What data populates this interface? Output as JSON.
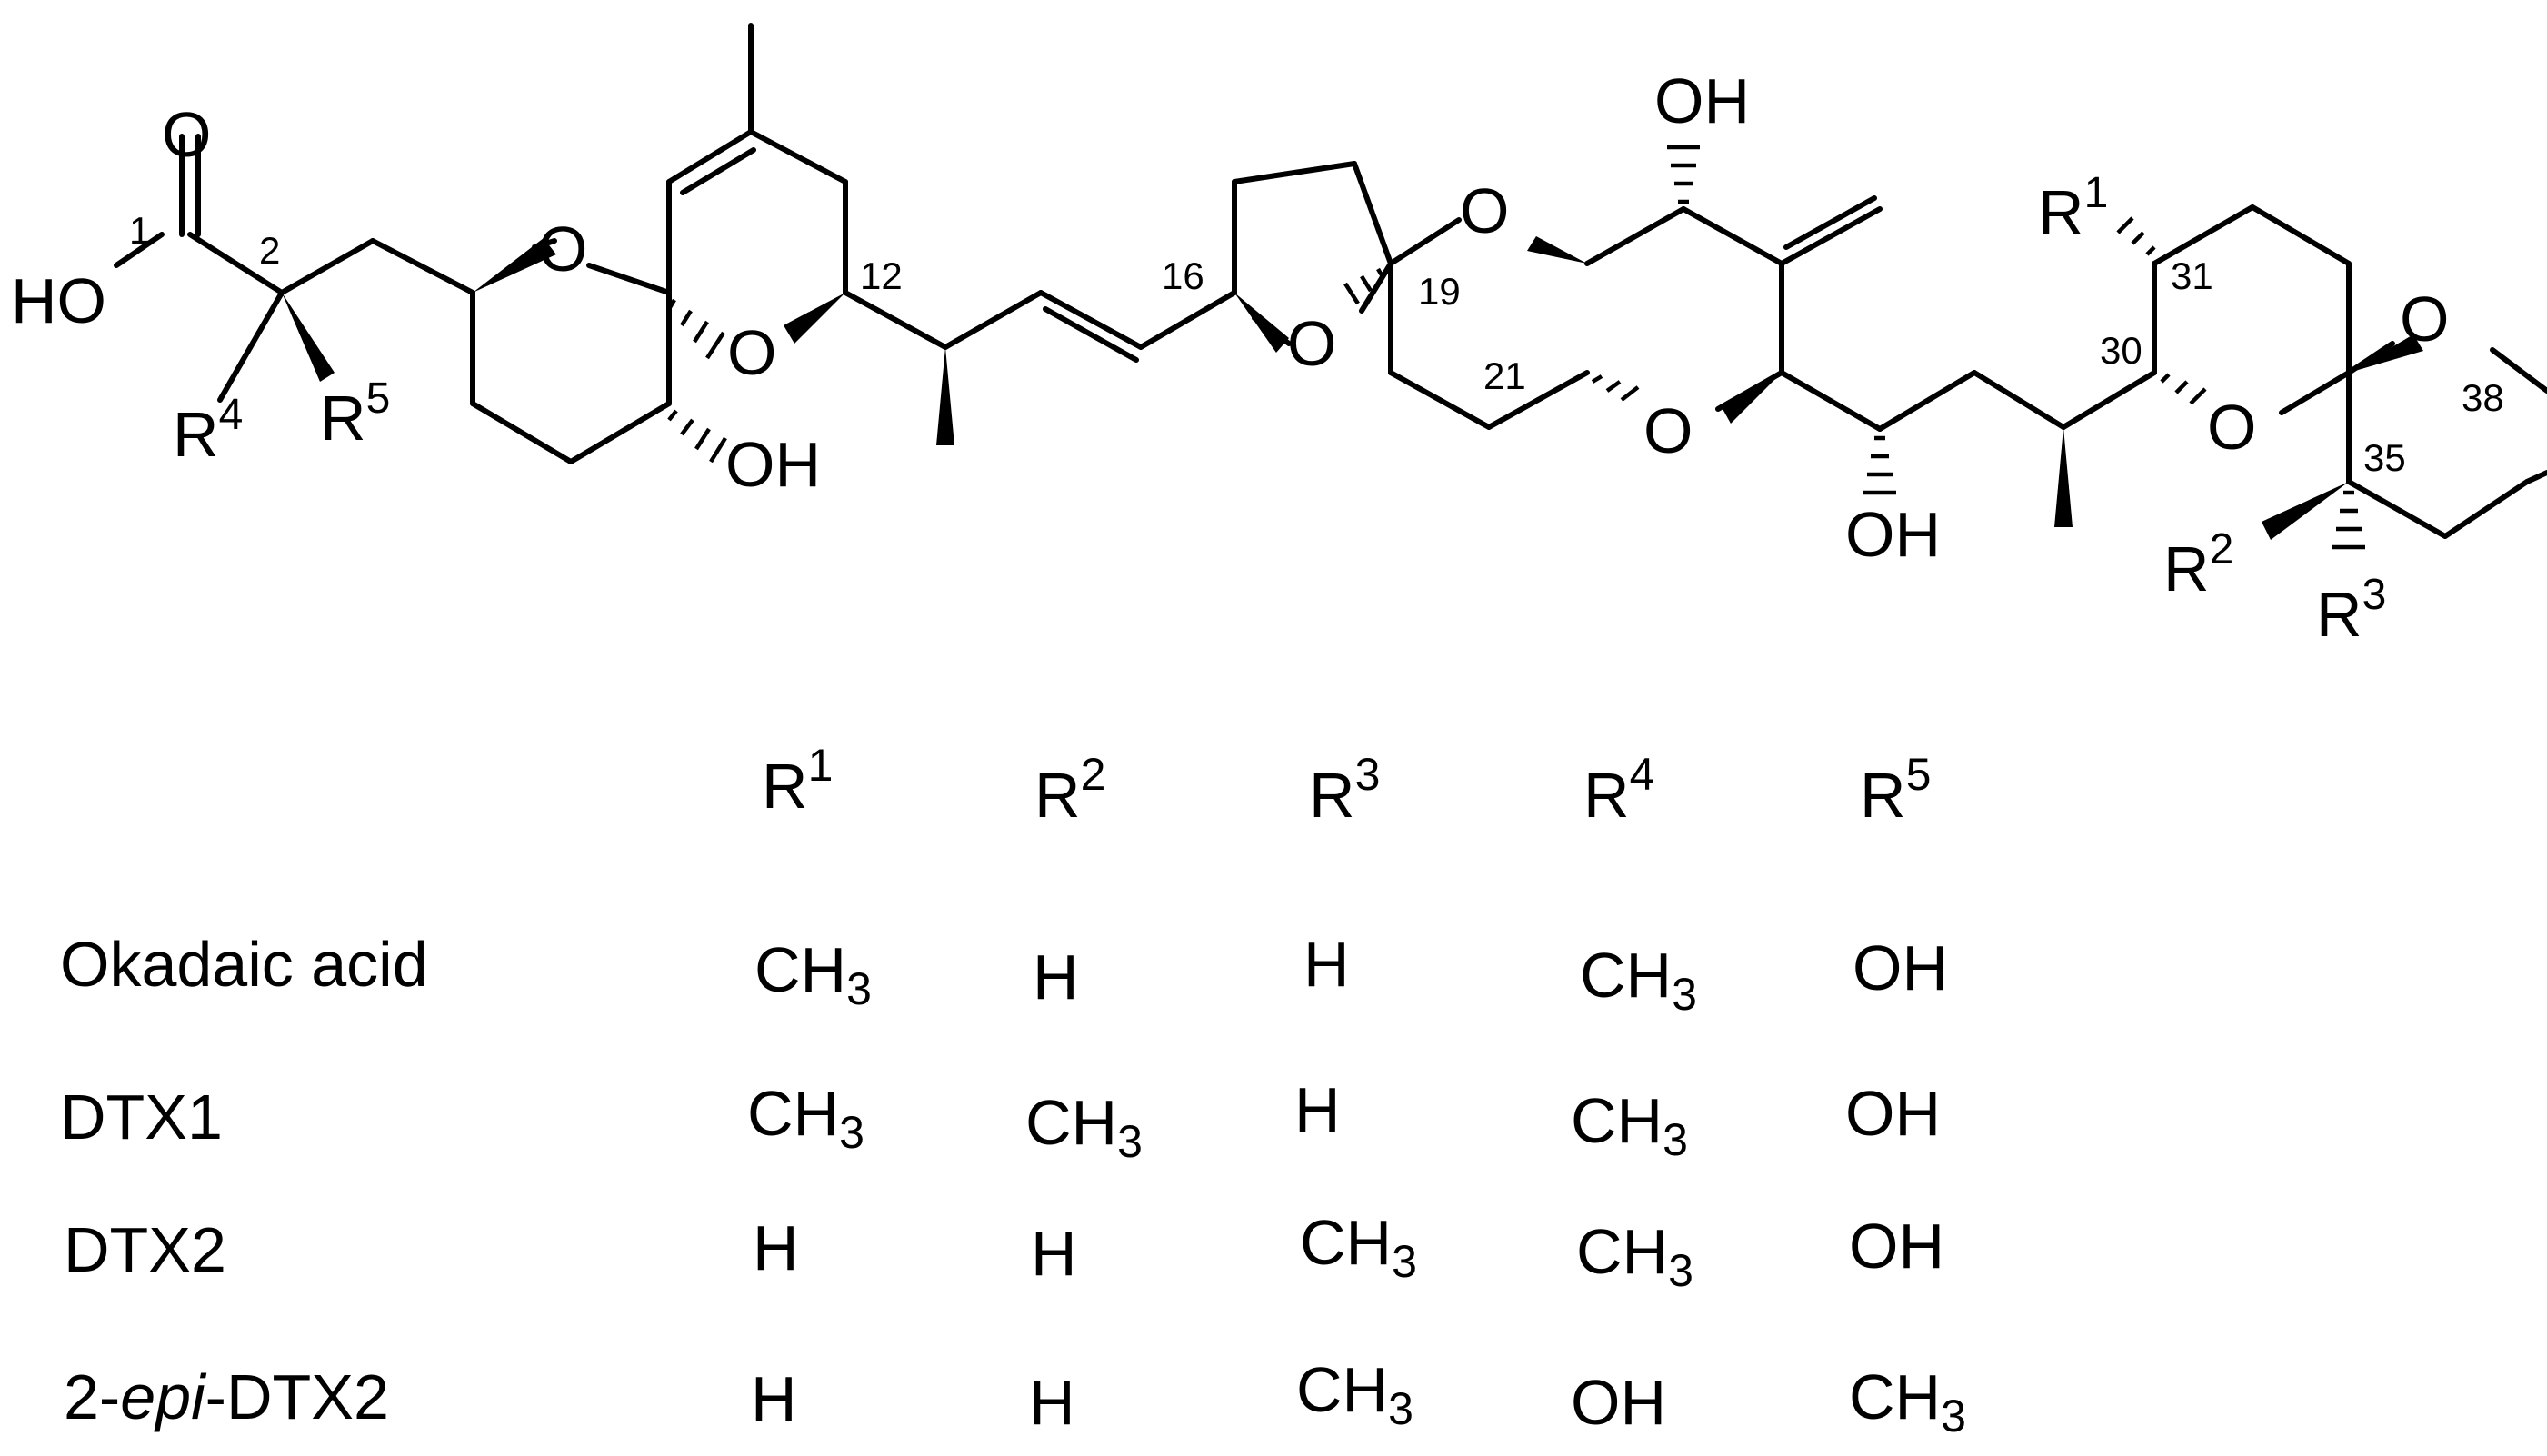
{
  "structure": {
    "atoms": {
      "o_carbonyl": "O",
      "ho_acid": "HO",
      "o_ringA": "O",
      "o_ringB": "O",
      "oh_c7": "OH",
      "o_thf": "O",
      "o_ringD": "O",
      "oh_c24": "OH",
      "o_ringE": "O",
      "oh_c27": "OH",
      "o_ringF": "O",
      "o_ringG": "O",
      "r1": "R",
      "r1_sup": "1",
      "r2": "R",
      "r2_sup": "2",
      "r3": "R",
      "r3_sup": "3",
      "r4": "R",
      "r4_sup": "4",
      "r5": "R",
      "r5_sup": "5"
    },
    "numbers": {
      "n1": "1",
      "n2": "2",
      "n12": "12",
      "n16": "16",
      "n19": "19",
      "n21": "21",
      "n30": "30",
      "n31": "31",
      "n35": "35",
      "n38": "38"
    }
  },
  "table": {
    "headers": [
      {
        "base": "R",
        "sup": "1"
      },
      {
        "base": "R",
        "sup": "2"
      },
      {
        "base": "R",
        "sup": "3"
      },
      {
        "base": "R",
        "sup": "4"
      },
      {
        "base": "R",
        "sup": "5"
      }
    ],
    "rows": [
      {
        "name": {
          "pre": "Okadaic acid",
          "ital": "",
          "post": ""
        },
        "cells": [
          {
            "base": "CH",
            "sub": "3"
          },
          {
            "base": "H",
            "sub": ""
          },
          {
            "base": "H",
            "sub": ""
          },
          {
            "base": "CH",
            "sub": "3"
          },
          {
            "base": "OH",
            "sub": ""
          }
        ]
      },
      {
        "name": {
          "pre": "DTX1",
          "ital": "",
          "post": ""
        },
        "cells": [
          {
            "base": "CH",
            "sub": "3"
          },
          {
            "base": "CH",
            "sub": "3"
          },
          {
            "base": "H",
            "sub": ""
          },
          {
            "base": "CH",
            "sub": "3"
          },
          {
            "base": "OH",
            "sub": ""
          }
        ]
      },
      {
        "name": {
          "pre": "DTX2",
          "ital": "",
          "post": ""
        },
        "cells": [
          {
            "base": "H",
            "sub": ""
          },
          {
            "base": "H",
            "sub": ""
          },
          {
            "base": "CH",
            "sub": "3"
          },
          {
            "base": "CH",
            "sub": "3"
          },
          {
            "base": "OH",
            "sub": ""
          }
        ]
      },
      {
        "name": {
          "pre": "2-",
          "ital": "epi",
          "post": "-DTX2"
        },
        "cells": [
          {
            "base": "H",
            "sub": ""
          },
          {
            "base": "H",
            "sub": ""
          },
          {
            "base": "CH",
            "sub": "3"
          },
          {
            "base": "OH",
            "sub": ""
          },
          {
            "base": "CH",
            "sub": "3"
          }
        ]
      }
    ]
  }
}
